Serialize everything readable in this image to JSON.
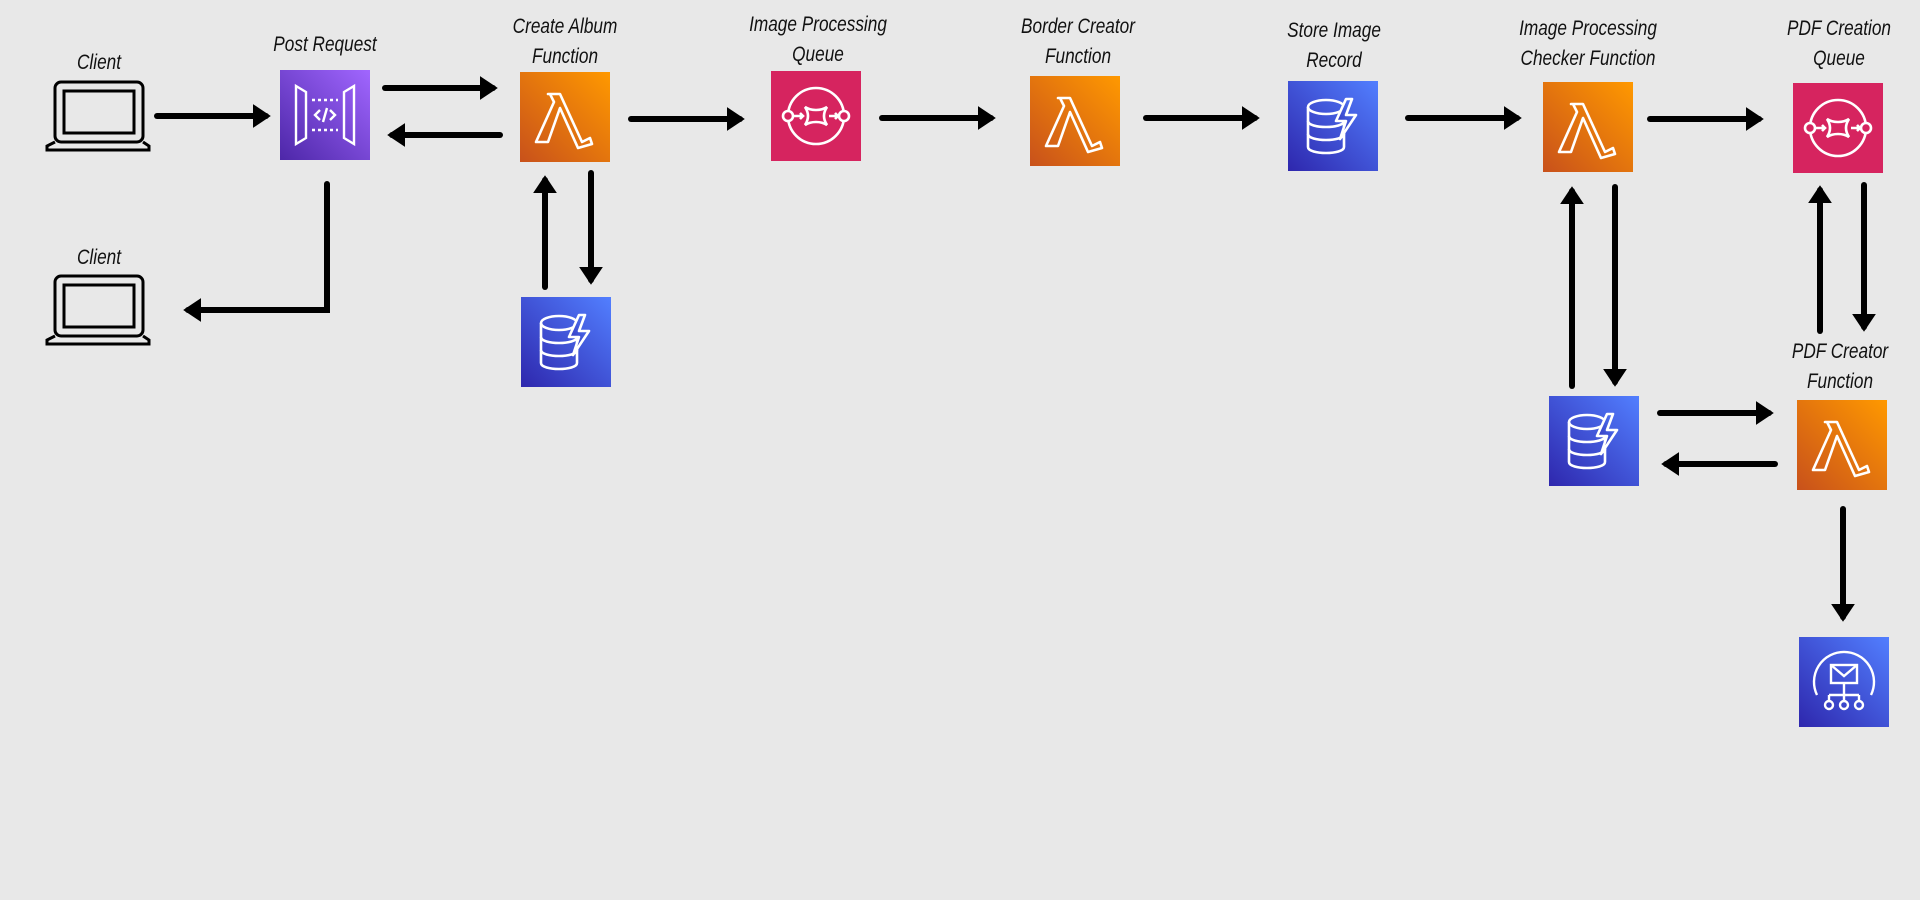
{
  "labels": {
    "client_top": "Client",
    "client_bottom": "Client",
    "post_request": "Post Request",
    "create_album": [
      "Create Album",
      "Function"
    ],
    "image_queue": [
      "Image Processing",
      "Queue"
    ],
    "border_creator": [
      "Border Creator",
      "Function"
    ],
    "store_image": [
      "Store Image",
      "Record"
    ],
    "checker": [
      "Image Processing",
      "Checker Function"
    ],
    "pdf_queue": [
      "PDF Creation",
      "Queue"
    ],
    "pdf_creator": [
      "PDF Creator",
      "Function"
    ]
  },
  "colors": {
    "background": "#e8e8e8",
    "lambda_orange_top": "#f7981f",
    "lambda_orange_bottom": "#c8511b",
    "sqs_pink": "#d6245f",
    "dynamo_blue_top": "#4d72f3",
    "dynamo_blue_bottom": "#2e27ad",
    "apigw_purple_top": "#a166ff",
    "apigw_purple_bottom": "#5a30b5",
    "arrow": "#000000"
  },
  "icons": {
    "api_gateway": "api-gateway-icon",
    "lambda": "lambda-icon",
    "sqs": "sqs-queue-icon",
    "dynamodb": "dynamodb-table-icon",
    "ses": "email-service-icon",
    "client": "laptop-icon"
  }
}
